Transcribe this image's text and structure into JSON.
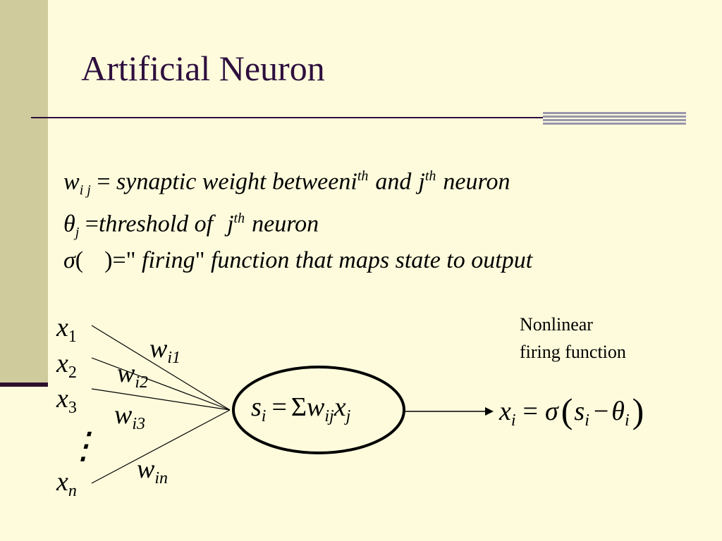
{
  "slide": {
    "title": "Artificial Neuron",
    "colors": {
      "background": "#fdfbdc",
      "sidebar": "#cfcb9c",
      "title": "#2e0f3e",
      "accent": "#9a96ad"
    }
  },
  "definitions": {
    "weight": {
      "symbol": "w",
      "sub": "i j",
      "eq": "=",
      "text": "synaptic weight between",
      "i_var": "i",
      "i_sup": "th",
      "and": "and",
      "j_var": "j",
      "j_sup": "th",
      "neuron": "neuron"
    },
    "threshold": {
      "symbol": "θ",
      "sub": "j",
      "eq": "=",
      "text": "threshold of",
      "j_var": "j",
      "j_sup": "th",
      "neuron": "neuron"
    },
    "firing": {
      "symbol": "σ",
      "lparen": "(",
      "rparen": ")",
      "eq": "=",
      "quote_open": "\"",
      "firing": "firing",
      "quote_close": "\"",
      "text": "function that maps state to output"
    }
  },
  "diagram": {
    "inputs": [
      {
        "base": "x",
        "sub": "1"
      },
      {
        "base": "x",
        "sub": "2"
      },
      {
        "base": "x",
        "sub": "3"
      },
      {
        "base": "x",
        "sub": "n"
      }
    ],
    "ellipsis": "⋮",
    "weights": [
      {
        "base": "w",
        "sub": "i1"
      },
      {
        "base": "w",
        "sub": "i2"
      },
      {
        "base": "w",
        "sub": "i3"
      },
      {
        "base": "w",
        "sub": "in"
      }
    ],
    "neuron": {
      "s": "s",
      "s_sub": "i",
      "eq": "=",
      "sum": "Σ",
      "w": "w",
      "w_sub": "ij",
      "x": "x",
      "x_sub": "j"
    },
    "label_line1": "Nonlinear",
    "label_line2": "firing function",
    "output": {
      "x": "x",
      "x_sub": "i",
      "eq": "=",
      "sigma": "σ",
      "lparen": "(",
      "s": "s",
      "s_sub": "i",
      "minus": "−",
      "theta": "θ",
      "theta_sub": "i",
      "rparen": ")"
    }
  }
}
